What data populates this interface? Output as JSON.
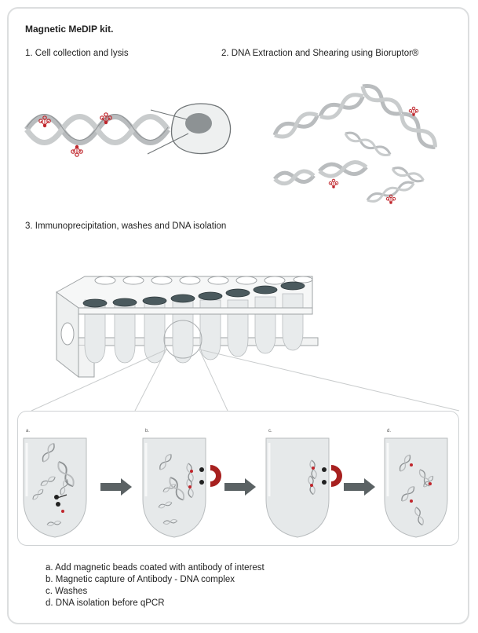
{
  "title": "Magnetic MeDIP kit.",
  "steps": {
    "s1": "1. Cell collection and lysis",
    "s2": "2. DNA Extraction and Shearing using Bioruptor®",
    "s3": "3. Immunoprecipitation, washes and DNA isolation"
  },
  "tube_labels": [
    "a.",
    "b.",
    "c.",
    "d."
  ],
  "legend": [
    "a.  Add magnetic beads coated with antibody of interest",
    "b.  Magnetic capture of Antibody - DNA complex",
    "c.  Washes",
    "d.  DNA isolation before qPCR"
  ],
  "colors": {
    "dna": "#c4c7c9",
    "dna_stroke": "#8e9294",
    "methyl": "#c0262c",
    "magnet": "#a7201f",
    "arrow": "#5b6264",
    "tube_fill": "#e6e9ea",
    "cap": "#4b5a5e"
  }
}
